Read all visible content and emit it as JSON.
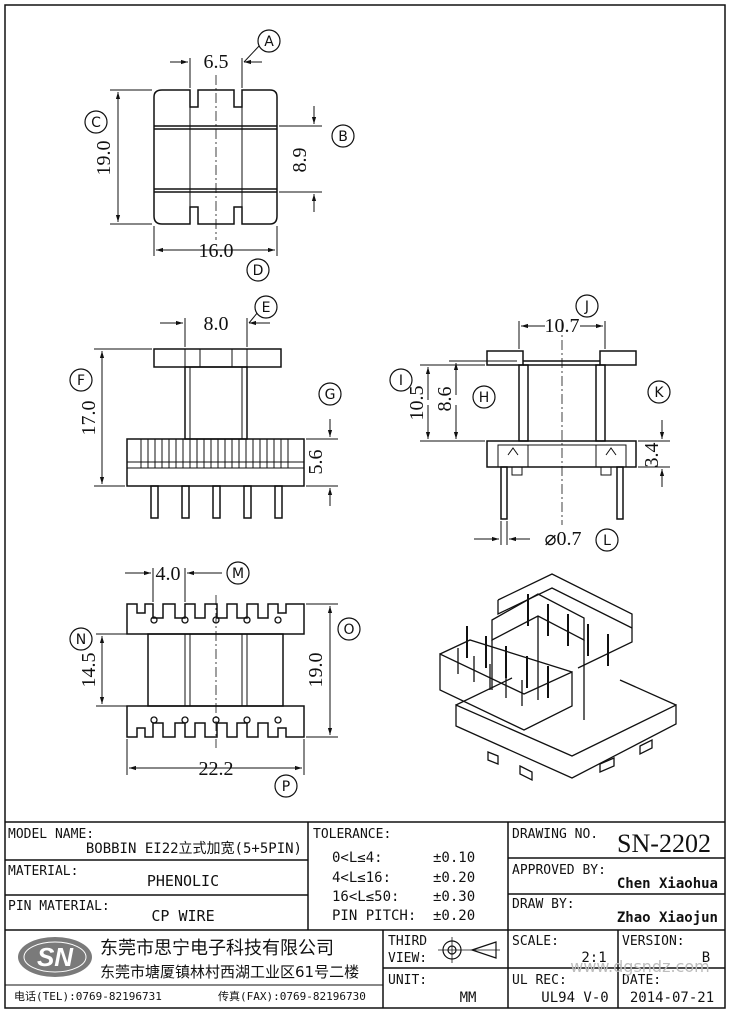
{
  "dimensions": {
    "a": "6.5",
    "b": "8.9",
    "c": "19.0",
    "d": "16.0",
    "e": "8.0",
    "f": "17.0",
    "g": "5.6",
    "j": "10.7",
    "i": "10.5",
    "h": "8.6",
    "k": "3.4",
    "l": "⌀0.7",
    "m": "4.0",
    "n": "14.5",
    "o": "19.0",
    "p": "22.2"
  },
  "balloons": [
    "A",
    "B",
    "C",
    "D",
    "E",
    "F",
    "G",
    "H",
    "I",
    "J",
    "K",
    "L",
    "M",
    "N",
    "O",
    "P"
  ],
  "title_block": {
    "model_label": "MODEL NAME:",
    "model_value": "BOBBIN EI22立式加宽(5+5PIN)",
    "material_label": "MATERIAL:",
    "material_value": "PHENOLIC",
    "pin_material_label": "PIN MATERIAL:",
    "pin_material_value": "CP WIRE",
    "tolerance_label": "TOLERANCE:",
    "tolerances": [
      {
        "range": "0<L≤4:",
        "value": "±0.10"
      },
      {
        "range": "4<L≤16:",
        "value": "±0.20"
      },
      {
        "range": "16<L≤50:",
        "value": "±0.30"
      },
      {
        "range": "PIN PITCH:",
        "value": "±0.20"
      }
    ],
    "drawing_no_label": "DRAWING NO.",
    "drawing_no": "SN-2202",
    "approved_label": "APPROVED BY:",
    "approved_value": "Chen Xiaohua",
    "draw_label": "DRAW BY:",
    "draw_value": "Zhao Xiaojun",
    "logo_text": "SN",
    "company_name": "东莞市思宁电子科技有限公司",
    "company_address": "东莞市塘厦镇林村西湖工业区61号二楼",
    "phone": "电话(TEL):0769-82196731",
    "fax": "传真(FAX):0769-82196730",
    "third_view_label_1": "THIRD",
    "third_view_label_2": "VIEW:",
    "unit_label": "UNIT:",
    "unit_value": "MM",
    "scale_label": "SCALE:",
    "scale_value": "2:1",
    "version_label": "VERSION:",
    "version_value": "B",
    "ul_rec_label": "UL REC:",
    "ul_rec_value": "UL94 V-0",
    "date_label": "DATE:",
    "date_value": "2014-07-21",
    "watermark": "www.dgsndz.com"
  }
}
